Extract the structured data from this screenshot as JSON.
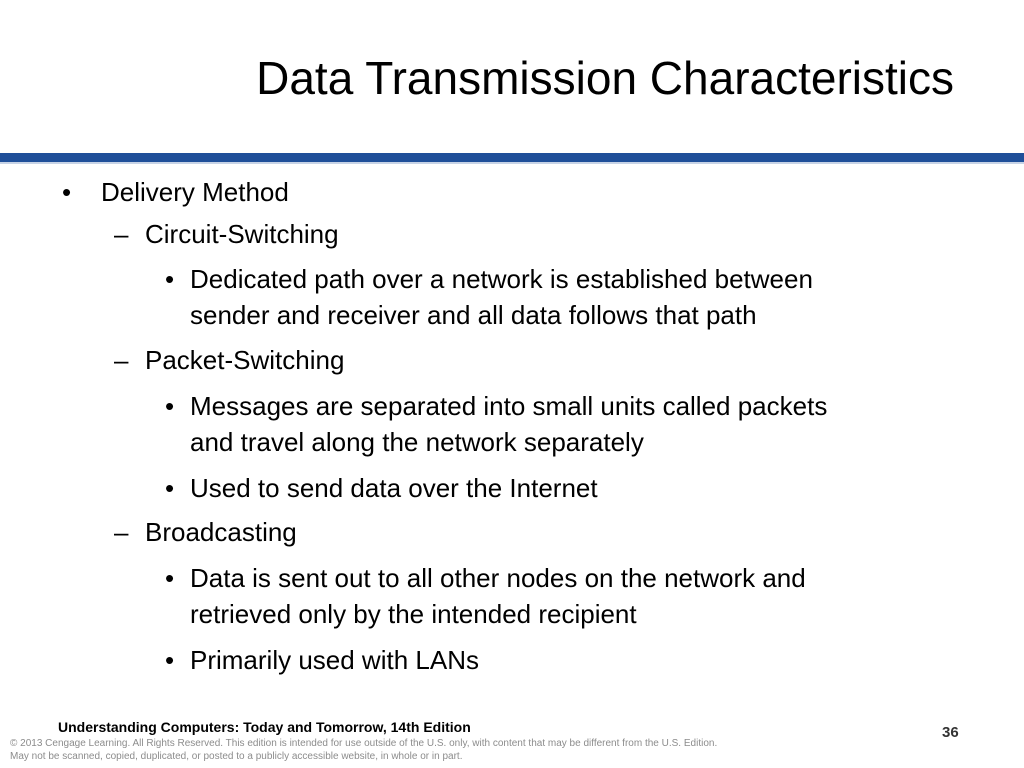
{
  "slide": {
    "title": "Data Transmission Characteristics",
    "bullets": {
      "level1": {
        "marker": "•",
        "text": "Delivery Method"
      },
      "circuit": {
        "marker": "–",
        "text": "Circuit-Switching",
        "items": [
          {
            "marker": "•",
            "line1": "Dedicated path over a network is established between",
            "line2": "sender and receiver and all data follows that path"
          }
        ]
      },
      "packet": {
        "marker": "–",
        "text": "Packet-Switching",
        "items": [
          {
            "marker": "•",
            "line1": "Messages are separated into small units called packets",
            "line2": "and travel along the network separately"
          },
          {
            "marker": "•",
            "line1": "Used to send data over the Internet"
          }
        ]
      },
      "broadcast": {
        "marker": "–",
        "text": "Broadcasting",
        "items": [
          {
            "marker": "•",
            "line1": "Data is sent out to all other nodes on the network and",
            "line2": "retrieved only by the intended recipient"
          },
          {
            "marker": "•",
            "line1": "Primarily used with LANs"
          }
        ]
      }
    },
    "footer": {
      "title": "Understanding Computers: Today and Tomorrow, 14th Edition",
      "page_number": "36",
      "copyright_line1": "© 2013 Cengage Learning. All Rights Reserved. This edition is intended for use outside of the U.S. only, with content that may be different from the U.S. Edition.",
      "copyright_line2": "May not be scanned, copied, duplicated, or posted to a publicly accessible website, in whole or in part."
    },
    "colors": {
      "rule": "#1f4f99",
      "text": "#000000",
      "copyright": "#8c8c8c"
    }
  }
}
